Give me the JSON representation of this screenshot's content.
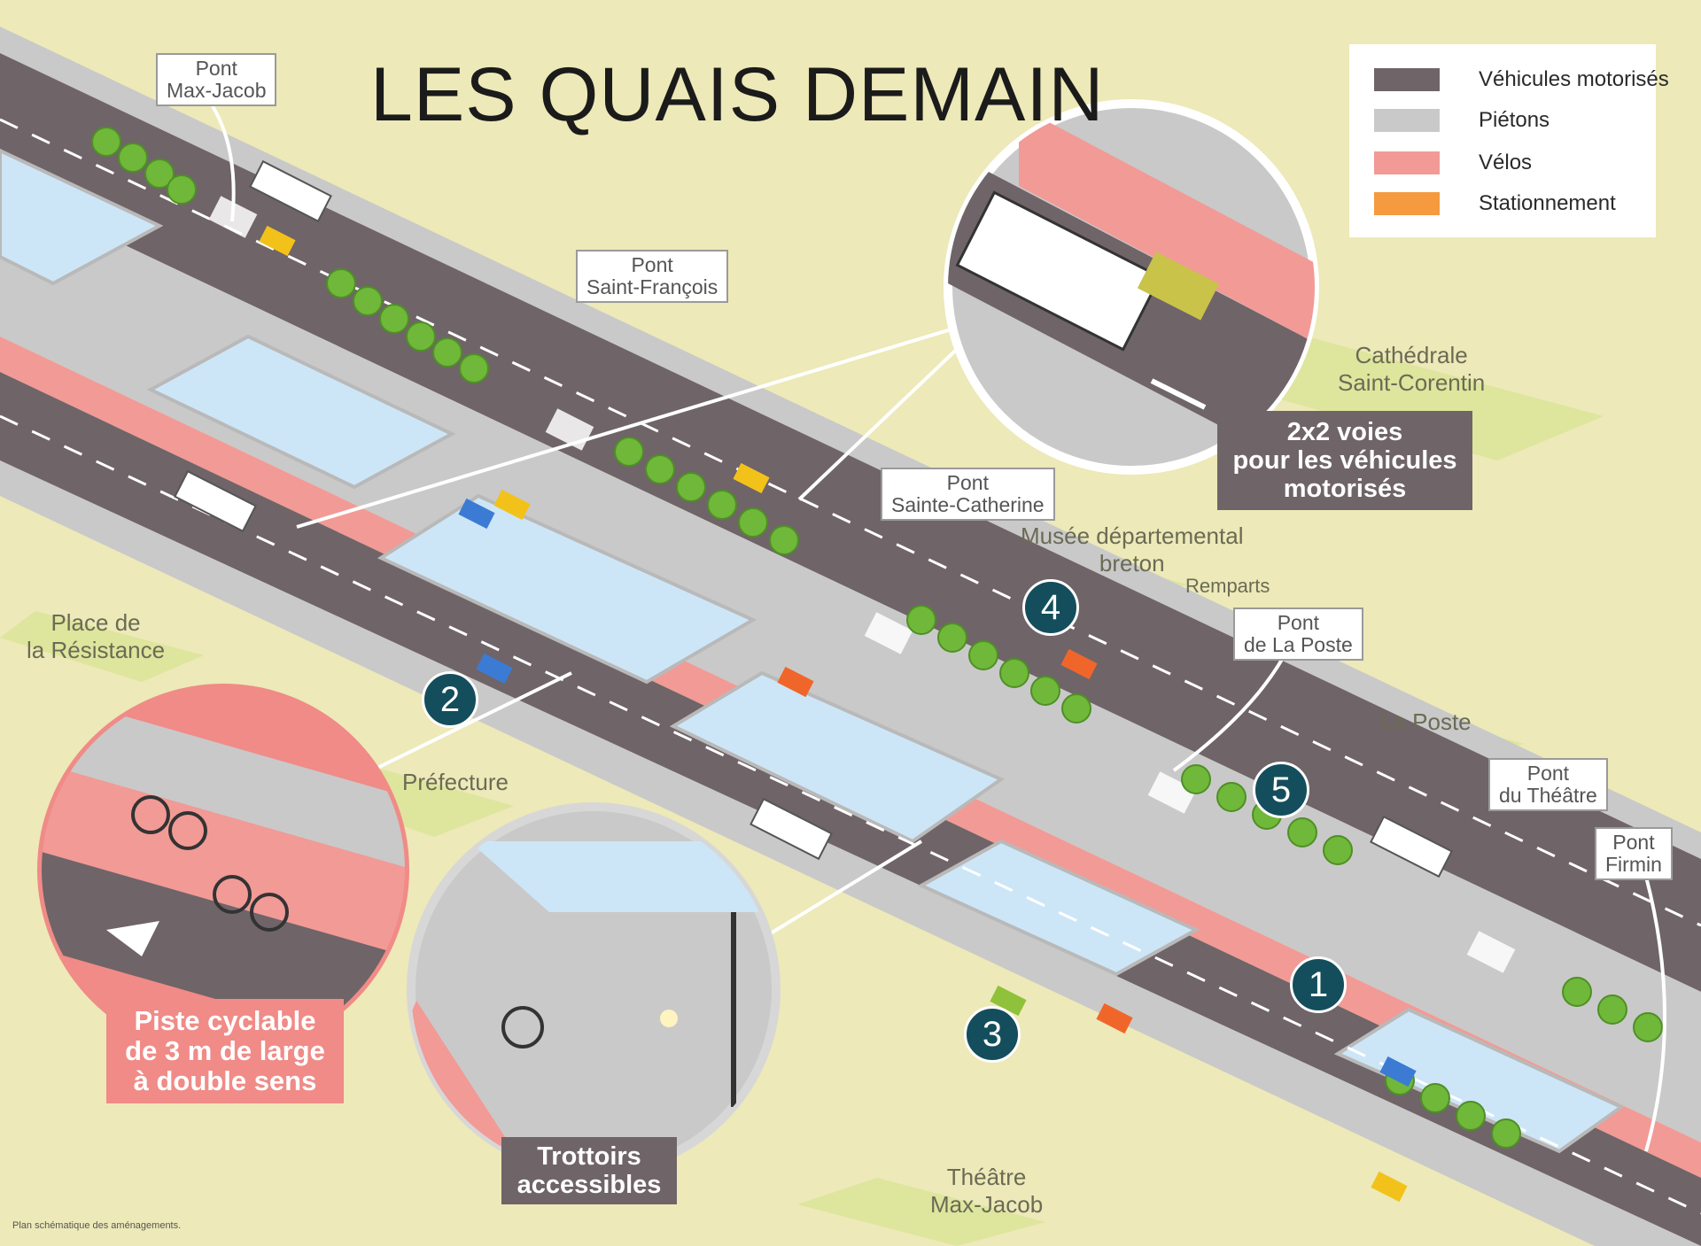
{
  "title": "LES QUAIS DEMAIN",
  "legend": [
    {
      "label": "Véhicules motorisés",
      "color": "#6f6468"
    },
    {
      "label": "Piétons",
      "color": "#c9c9c9"
    },
    {
      "label": "Vélos",
      "color": "#f29a96"
    },
    {
      "label": "Stationnement",
      "color": "#f59a3e"
    }
  ],
  "bridges": [
    {
      "line1": "Pont",
      "line2": "Max-Jacob"
    },
    {
      "line1": "Pont",
      "line2": "Saint-François"
    },
    {
      "line1": "Pont",
      "line2": "Sainte-Catherine"
    },
    {
      "line1": "Pont",
      "line2": "de La Poste"
    },
    {
      "line1": "Pont",
      "line2": "du Théâtre"
    },
    {
      "line1": "Pont",
      "line2": "Firmin"
    }
  ],
  "places": [
    {
      "line1": "Cathédrale",
      "line2": "Saint-Corentin"
    },
    {
      "line1": "Musée départemental",
      "line2": "breton"
    },
    {
      "line1": "Remparts",
      "line2": ""
    },
    {
      "line1": "La Poste",
      "line2": ""
    },
    {
      "line1": "Place de",
      "line2": "la Résistance"
    },
    {
      "line1": "Préfecture",
      "line2": ""
    },
    {
      "line1": "Théâtre",
      "line2": "Max-Jacob"
    }
  ],
  "badges": [
    "1",
    "2",
    "3",
    "4",
    "5"
  ],
  "callouts": {
    "moto": {
      "line1": "2x2 voies",
      "line2": "pour les véhicules",
      "line3": "motorisés"
    },
    "velo": {
      "line1": "Piste cyclable",
      "line2": "de 3 m de large",
      "line3": "à double sens"
    },
    "trottoirs": {
      "line1": "Trottoirs",
      "line2": "accessibles"
    }
  },
  "credit": "Plan schématique des aménagements.",
  "colors": {
    "background": "#ede9b8",
    "road": "#6f6468",
    "sidewalk": "#c9c9c9",
    "bike": "#f29a96",
    "parking": "#f59a3e",
    "water": "#cde6f7",
    "tree": "#6fb83a",
    "badge": "#144e5c"
  }
}
